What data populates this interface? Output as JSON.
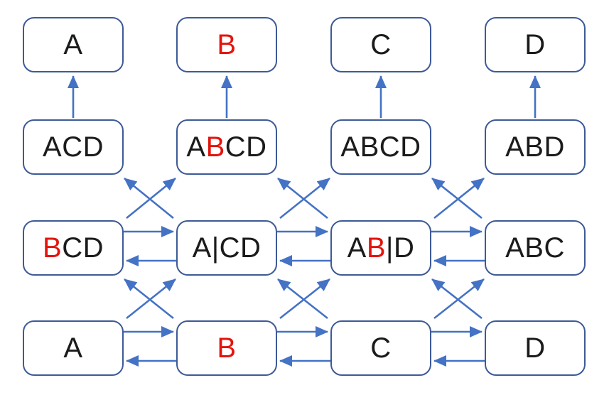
{
  "diagram": {
    "description": "lattice of letter-set nodes connected by blue arrows",
    "colors": {
      "background": "#ffffff",
      "box_border": "#3d5a96",
      "arrow": "#4472c4",
      "text": "#1b1b1b",
      "highlight_red": "#e4140d"
    },
    "nodes": [
      {
        "id": "r1c1",
        "row": 0,
        "col": 0,
        "segments": [
          {
            "text": "A",
            "red": false
          }
        ]
      },
      {
        "id": "r1c2",
        "row": 0,
        "col": 1,
        "segments": [
          {
            "text": "B",
            "red": true
          }
        ]
      },
      {
        "id": "r1c3",
        "row": 0,
        "col": 2,
        "segments": [
          {
            "text": "C",
            "red": false
          }
        ]
      },
      {
        "id": "r1c4",
        "row": 0,
        "col": 3,
        "segments": [
          {
            "text": "D",
            "red": false
          }
        ]
      },
      {
        "id": "r2c1",
        "row": 1,
        "col": 0,
        "segments": [
          {
            "text": "ACD",
            "red": false
          }
        ]
      },
      {
        "id": "r2c2",
        "row": 1,
        "col": 1,
        "segments": [
          {
            "text": "A",
            "red": false
          },
          {
            "text": "B",
            "red": true
          },
          {
            "text": "CD",
            "red": false
          }
        ]
      },
      {
        "id": "r2c3",
        "row": 1,
        "col": 2,
        "segments": [
          {
            "text": "ABCD",
            "red": false
          }
        ]
      },
      {
        "id": "r2c4",
        "row": 1,
        "col": 3,
        "segments": [
          {
            "text": "ABD",
            "red": false
          }
        ]
      },
      {
        "id": "r3c1",
        "row": 2,
        "col": 0,
        "segments": [
          {
            "text": "B",
            "red": true
          },
          {
            "text": "CD",
            "red": false
          }
        ]
      },
      {
        "id": "r3c2",
        "row": 2,
        "col": 1,
        "segments": [
          {
            "text": "A|CD",
            "red": false
          }
        ]
      },
      {
        "id": "r3c3",
        "row": 2,
        "col": 2,
        "segments": [
          {
            "text": "A",
            "red": false
          },
          {
            "text": "B",
            "red": true
          },
          {
            "text": "|D",
            "red": false
          }
        ]
      },
      {
        "id": "r3c4",
        "row": 2,
        "col": 3,
        "segments": [
          {
            "text": "ABC",
            "red": false
          }
        ]
      },
      {
        "id": "r4c1",
        "row": 3,
        "col": 0,
        "segments": [
          {
            "text": "A",
            "red": false
          }
        ]
      },
      {
        "id": "r4c2",
        "row": 3,
        "col": 1,
        "segments": [
          {
            "text": "B",
            "red": true
          }
        ]
      },
      {
        "id": "r4c3",
        "row": 3,
        "col": 2,
        "segments": [
          {
            "text": "C",
            "red": false
          }
        ]
      },
      {
        "id": "r4c4",
        "row": 3,
        "col": 3,
        "segments": [
          {
            "text": "D",
            "red": false
          }
        ]
      }
    ],
    "edges": [
      {
        "from": "r2c1",
        "to": "r1c1"
      },
      {
        "from": "r2c2",
        "to": "r1c2"
      },
      {
        "from": "r2c3",
        "to": "r1c3"
      },
      {
        "from": "r2c4",
        "to": "r1c4"
      },
      {
        "from": "r3c1",
        "to": "r2c2"
      },
      {
        "from": "r3c2",
        "to": "r2c1"
      },
      {
        "from": "r3c2",
        "to": "r2c3"
      },
      {
        "from": "r3c3",
        "to": "r2c2"
      },
      {
        "from": "r3c3",
        "to": "r2c4"
      },
      {
        "from": "r3c4",
        "to": "r2c3"
      },
      {
        "from": "r4c1",
        "to": "r3c2"
      },
      {
        "from": "r4c2",
        "to": "r3c1"
      },
      {
        "from": "r4c2",
        "to": "r3c3"
      },
      {
        "from": "r4c3",
        "to": "r3c2"
      },
      {
        "from": "r4c3",
        "to": "r3c4"
      },
      {
        "from": "r4c4",
        "to": "r3c3"
      },
      {
        "from": "r3c1",
        "to": "r3c2"
      },
      {
        "from": "r3c2",
        "to": "r3c1"
      },
      {
        "from": "r3c2",
        "to": "r3c3"
      },
      {
        "from": "r3c3",
        "to": "r3c2"
      },
      {
        "from": "r3c3",
        "to": "r3c4"
      },
      {
        "from": "r3c4",
        "to": "r3c3"
      },
      {
        "from": "r4c1",
        "to": "r4c2"
      },
      {
        "from": "r4c2",
        "to": "r4c1"
      },
      {
        "from": "r4c2",
        "to": "r4c3"
      },
      {
        "from": "r4c3",
        "to": "r4c2"
      },
      {
        "from": "r4c3",
        "to": "r4c4"
      },
      {
        "from": "r4c4",
        "to": "r4c3"
      }
    ]
  }
}
